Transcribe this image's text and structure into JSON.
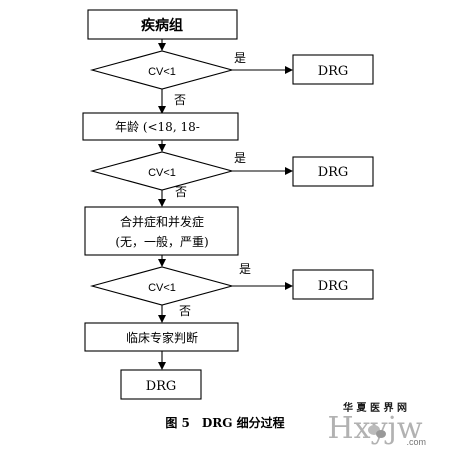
{
  "flowchart": {
    "start_box": "疾病组",
    "decision_1": {
      "label": "CV<1",
      "yes": "是",
      "no": "否",
      "result": "DRG"
    },
    "age_box": "年龄 (<18, 18-",
    "decision_2": {
      "label": "CV<1",
      "yes": "是",
      "no": "否",
      "result": "DRG"
    },
    "complication_box": {
      "line1": "合并症和并发症",
      "line2": "(无，一般，严重)"
    },
    "decision_3": {
      "label": "CV<1",
      "yes": "是",
      "no": "否",
      "result": "DRG"
    },
    "expert_box": "临床专家判断",
    "final_box": "DRG"
  },
  "caption": "图 5　DRG 细分过程",
  "watermark": {
    "brand_cn": "华 夏 医 界 网",
    "brand_en": "Hxyjw",
    "suffix": ".com",
    "accent_color": "#c8252c"
  }
}
